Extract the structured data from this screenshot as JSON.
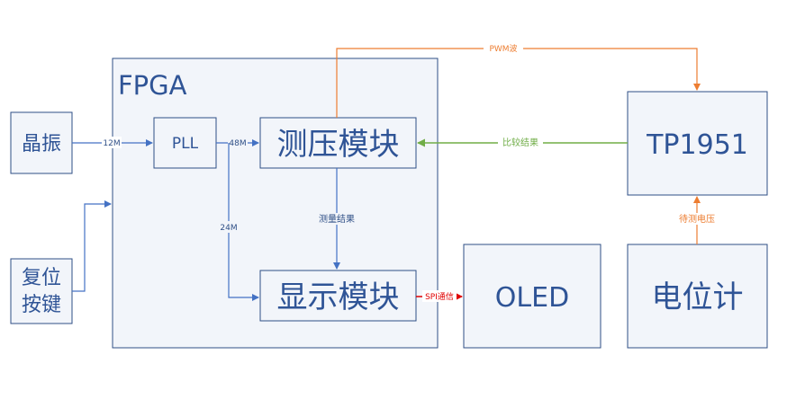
{
  "blocks": {
    "crystal": "晶振",
    "reset_line1": "复位",
    "reset_line2": "按键",
    "fpga": "FPGA",
    "pll": "PLL",
    "measure": "测压模块",
    "display": "显示模块",
    "oled": "OLED",
    "tp1951": "TP1951",
    "potentiometer": "电位计"
  },
  "edges": {
    "clk_12m": "12M",
    "clk_48m": "48M",
    "clk_24m": "24M",
    "pwm": "PWM波",
    "compare_result": "比较结果",
    "measure_result": "测量结果",
    "spi": "SPI通信",
    "voltage_under_test": "待测电压"
  },
  "colors": {
    "box_fill": "#f2f5fa",
    "box_stroke": "#2f4f86",
    "text_blue": "#2f4f86",
    "arrow_blue": "#4472c4",
    "orange": "#ed7d31",
    "green": "#70ad47",
    "red": "#e00000"
  }
}
